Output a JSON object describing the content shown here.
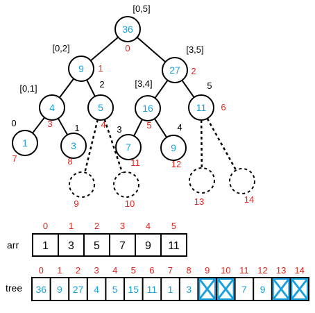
{
  "colors": {
    "node_value": "#1aa0dc",
    "node_index": "#e0261f",
    "range_label": "#000000",
    "cross": "#1aa0dc"
  },
  "tree": {
    "nodes": [
      {
        "value": "36",
        "index": "0",
        "range": "[0,5]"
      },
      {
        "value": "9",
        "index": "1",
        "range": "[0,2]"
      },
      {
        "value": "27",
        "index": "2",
        "range": "[3,5]"
      },
      {
        "value": "4",
        "index": "3",
        "range": "[0,1]"
      },
      {
        "value": "5",
        "index": "4",
        "range": "2"
      },
      {
        "value": "16",
        "index": "5",
        "range": "[3,4]"
      },
      {
        "value": "11",
        "index": "6",
        "range": "5"
      },
      {
        "value": "1",
        "index": "7",
        "range": "0"
      },
      {
        "value": "3",
        "index": "8",
        "range": "1"
      },
      {
        "value": "",
        "index": "9",
        "range": ""
      },
      {
        "value": "",
        "index": "10",
        "range": ""
      },
      {
        "value": "7",
        "index": "11",
        "range": "3"
      },
      {
        "value": "9",
        "index": "12",
        "range": "4"
      },
      {
        "value": "",
        "index": "13",
        "range": ""
      },
      {
        "value": "",
        "index": "14",
        "range": ""
      }
    ]
  },
  "arr": {
    "label": "arr",
    "indices": [
      "0",
      "1",
      "2",
      "3",
      "4",
      "5"
    ],
    "values": [
      "1",
      "3",
      "5",
      "7",
      "9",
      "11"
    ]
  },
  "tree_array": {
    "label": "tree",
    "indices": [
      "0",
      "1",
      "2",
      "3",
      "4",
      "5",
      "6",
      "7",
      "8",
      "9",
      "10",
      "11",
      "12",
      "13",
      "14"
    ],
    "values": [
      "36",
      "9",
      "27",
      "4",
      "5",
      "15",
      "11",
      "1",
      "3",
      "",
      "",
      "7",
      "9",
      "",
      ""
    ],
    "crossed": [
      "9",
      "10",
      "13",
      "14"
    ]
  }
}
